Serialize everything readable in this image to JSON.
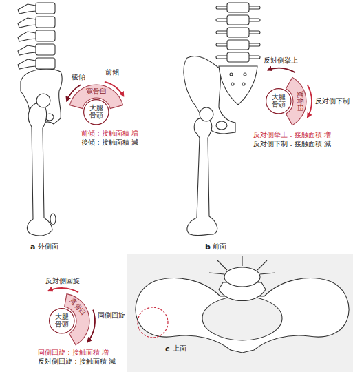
{
  "diagram": {
    "nodes": [
      {
        "text": [
          "寛骨臼"
        ]
      },
      {
        "text": [
          "大腿 骨頭"
        ]
      },
      {
        "text": [
          "寛骨臼"
        ]
      },
      {
        "text": [
          "大腿 骨頭"
        ]
      },
      {
        "text": [
          "寛骨臼"
        ]
      },
      {
        "text": [
          "大腿 骨頭"
        ]
      }
    ],
    "labels": [
      "a",
      "外側面",
      "前傾",
      "後傾",
      "前傾：接触面積 増",
      "後傾：接触面積 減",
      "b",
      "前面",
      "反対側挙上",
      "反対側下制",
      "反対側挙上：接触面積 増",
      "反対側下制：接触面積 減",
      "c",
      "上面",
      "反対側回旋",
      "同側回旋",
      "同側回旋：接触面積 増",
      "反対側回旋：接触面積 減"
    ]
  }
}
